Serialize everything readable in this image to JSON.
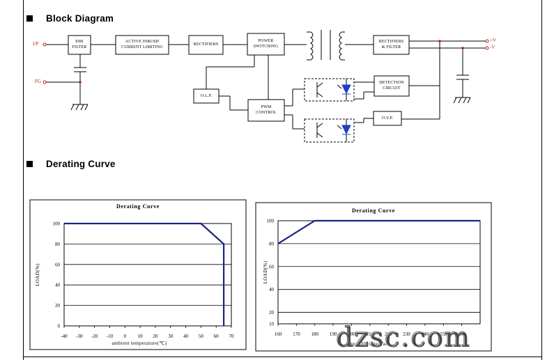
{
  "sections": {
    "block_diagram": "Block Diagram",
    "derating_curve": "Derating Curve"
  },
  "blocks": {
    "emi": [
      "EMI",
      "FILTER"
    ],
    "active": [
      "ACTIVE INRUSH",
      "CURRENT LIMITING"
    ],
    "rect1": [
      "RECTIFIERS"
    ],
    "power_sw": [
      "POWER",
      "SWITCHING"
    ],
    "rect2": [
      "RECTIFIERS",
      "& FILTER"
    ],
    "detection": [
      "DETECTION",
      "CIRCUIT"
    ],
    "olp": [
      "O.L.P."
    ],
    "pwm": [
      "PWM",
      "CONTROL"
    ],
    "ovp": [
      "O.V.P."
    ]
  },
  "terminals": {
    "ip": "I/P",
    "fg": "FG",
    "vplus": "+V",
    "vminus": "-V"
  },
  "chart_data": [
    {
      "type": "line",
      "title": "Derating Curve",
      "xlabel": "ambient temperature(℃)",
      "ylabel": "LOAD(%)",
      "xlim": [
        -40,
        70
      ],
      "ylim": [
        0,
        100
      ],
      "xticks": [
        "-40",
        "-30",
        "-20",
        "-10",
        "0",
        "10",
        "20",
        "30",
        "40",
        "50",
        "60",
        "70"
      ],
      "yticks": [
        "0",
        "20",
        "40",
        "60",
        "80",
        "100"
      ],
      "grid": true,
      "series": [
        {
          "x": [
            -40,
            50,
            65,
            65
          ],
          "y": [
            100,
            100,
            80,
            0
          ]
        }
      ]
    },
    {
      "type": "line",
      "title": "Derating Curve",
      "xlabel": "Input Voltage(Vac)",
      "ylabel": "LOAD(%)",
      "xlim": [
        160,
        270
      ],
      "ylim": [
        10,
        100
      ],
      "xticks": [
        "160",
        "170",
        "180",
        "190",
        "200",
        "210",
        "220",
        "230",
        "240",
        "250",
        "260"
      ],
      "yticks": [
        "10",
        "20",
        "40",
        "60",
        "80",
        "100"
      ],
      "grid": true,
      "series": [
        {
          "x": [
            160,
            180,
            270
          ],
          "y": [
            80,
            100,
            100
          ]
        }
      ]
    }
  ],
  "colors": {
    "line": "#000000",
    "curve": "#1a237e",
    "terminal": "#b22222",
    "led": "#1f3fbf"
  },
  "watermark": "dzsc.com"
}
